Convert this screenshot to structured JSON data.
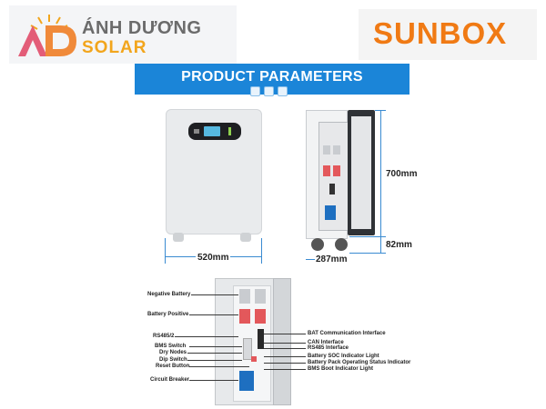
{
  "logos": {
    "left_brand": {
      "name": "ÁNH DƯƠNG",
      "sub": "SOLAR",
      "mark": "AD"
    },
    "right_brand": {
      "name": "SUNBOX"
    }
  },
  "banner": {
    "title": "PRODUCT PARAMETERS"
  },
  "dimensions": {
    "width": "520mm",
    "depth": "287mm",
    "height": "700mm",
    "wheel_height": "82mm"
  },
  "diagram_labels": {
    "left": [
      "Negative Battery",
      "Battery Positive",
      "RS485/2",
      "BMS Switch",
      "Dry Nodes",
      "Dip Switch",
      "Reset Button",
      "Circuit Breaker"
    ],
    "right": [
      "BAT Communication Interface",
      "CAN Interface",
      "RS485 Interface",
      "Battery SOC Indicator Light",
      "Battery Pack Operating Status Indicator",
      "BMS Boot Indicator Light"
    ]
  },
  "colors": {
    "banner": "#1b85d8",
    "brand_orange": "#f07a14",
    "solar_yellow": "#f2a51c",
    "terminal_red": "#e3585b"
  }
}
